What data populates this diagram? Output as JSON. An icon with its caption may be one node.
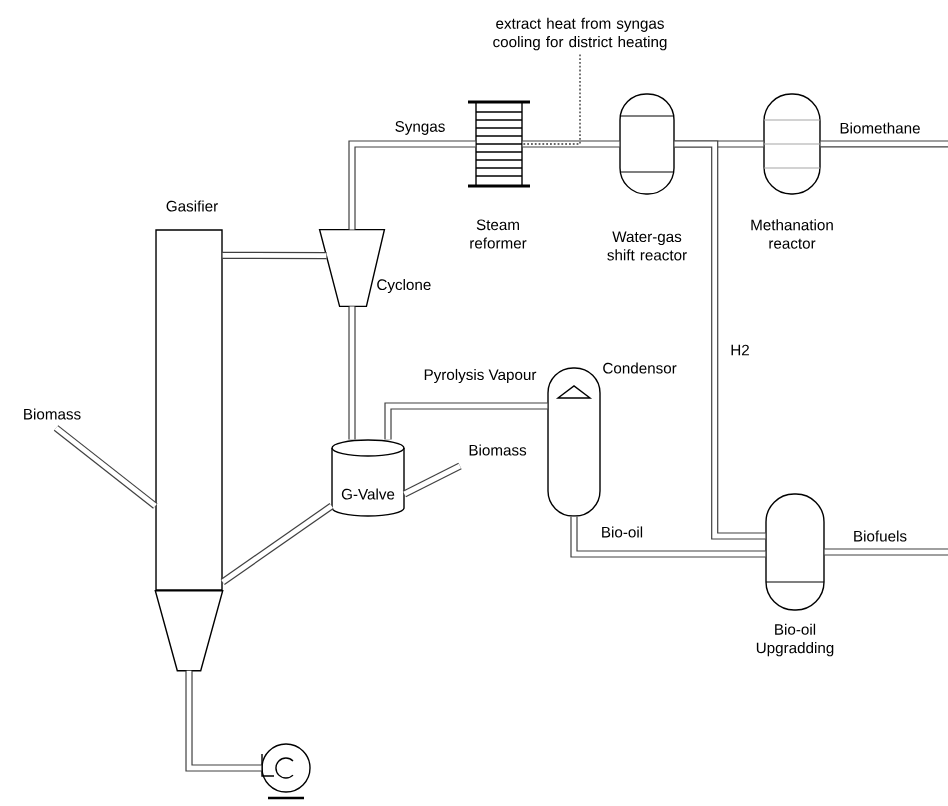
{
  "diagram": {
    "nodes": [
      {
        "text": [
          "Gasifier"
        ]
      },
      {
        "text": [
          "Cyclone"
        ]
      },
      {
        "text": [
          "Steam reformer"
        ]
      },
      {
        "text": [
          "Water-gas shift reactor"
        ]
      },
      {
        "text": [
          "Methanation reactor"
        ]
      },
      {
        "text": [
          "G-Valve"
        ]
      },
      {
        "text": [
          "Condensor"
        ]
      },
      {
        "text": [
          "Bio-oil Upgradding"
        ]
      },
      {
        "text": [],
        "shape": "fan"
      },
      {
        "text": [
          "extract heat from syngas cooling for district heating"
        ]
      }
    ],
    "edges": [
      {
        "from": null,
        "to": 0,
        "arrow": "none",
        "label": "Biomass"
      },
      {
        "from": 0,
        "to": 1,
        "arrow": "none"
      },
      {
        "from": 1,
        "to": 2,
        "arrow": "none",
        "label": "Syngas"
      },
      {
        "from": 2,
        "to": 3,
        "arrow": "none"
      },
      {
        "from": 3,
        "to": 4,
        "arrow": "none"
      },
      {
        "from": 4,
        "to": null,
        "arrow": "none",
        "label": "Biomethane"
      },
      {
        "from": 3,
        "to": 7,
        "arrow": "none",
        "label": "H2"
      },
      {
        "from": 1,
        "to": 5,
        "arrow": "none"
      },
      {
        "from": 5,
        "to": 0,
        "arrow": "none"
      },
      {
        "from": null,
        "to": 5,
        "arrow": "none",
        "label": "Biomass"
      },
      {
        "from": 5,
        "to": 6,
        "arrow": "none",
        "label": "Pyrolysis Vapour"
      },
      {
        "from": 6,
        "to": 7,
        "arrow": "none",
        "label": "Bio-oil"
      },
      {
        "from": 7,
        "to": null,
        "arrow": "none",
        "label": "Biofuels"
      },
      {
        "from": 0,
        "to": 8,
        "arrow": "none"
      },
      {
        "from": 9,
        "to": 2,
        "arrow": "none",
        "style": "dashed"
      }
    ]
  }
}
